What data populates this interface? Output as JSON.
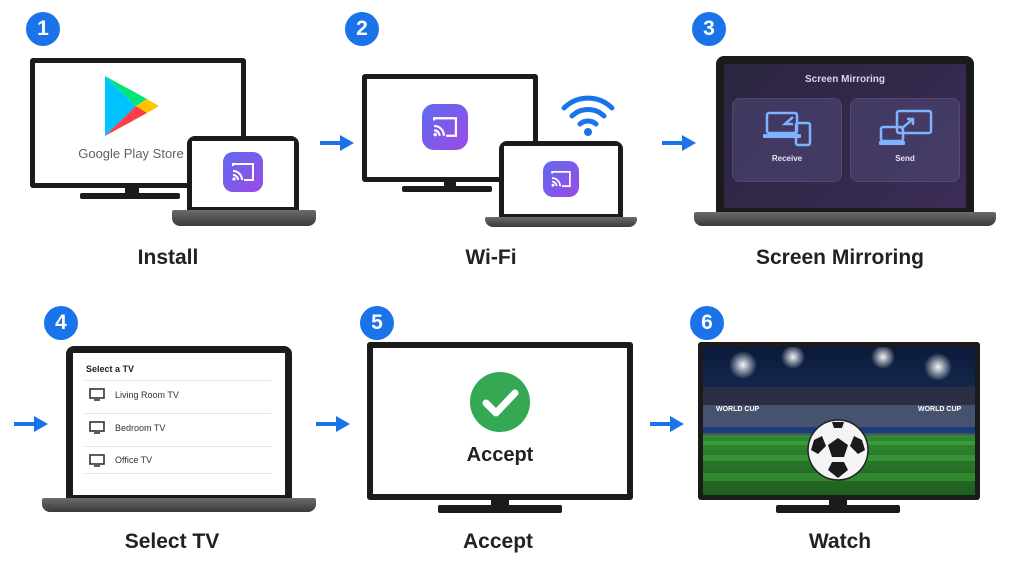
{
  "steps": [
    {
      "number": "1",
      "label": "Install",
      "store_text": "Google Play Store"
    },
    {
      "number": "2",
      "label": "Wi-Fi"
    },
    {
      "number": "3",
      "label": "Screen Mirroring",
      "screen_title": "Screen Mirroring",
      "cards": [
        "Receive",
        "Send"
      ]
    },
    {
      "number": "4",
      "label": "Select TV",
      "list_title": "Select a TV",
      "tvs": [
        "Living Room TV",
        "Bedroom TV",
        "Office TV"
      ]
    },
    {
      "number": "5",
      "label": "Accept",
      "screen_text": "Accept"
    },
    {
      "number": "6",
      "label": "Watch",
      "banner_text": "WORLD CUP"
    }
  ],
  "colors": {
    "badge": "#1a73e8",
    "arrow": "#1a73e8",
    "accept_green": "#34a853",
    "cast_start": "#5f6bf0",
    "cast_end": "#9c49e6"
  },
  "icons": [
    "play-store-icon",
    "cast-icon",
    "wifi-icon",
    "receive-icon",
    "send-icon",
    "tv-icon",
    "checkmark-icon",
    "soccer-ball-icon",
    "arrow-right-icon"
  ]
}
